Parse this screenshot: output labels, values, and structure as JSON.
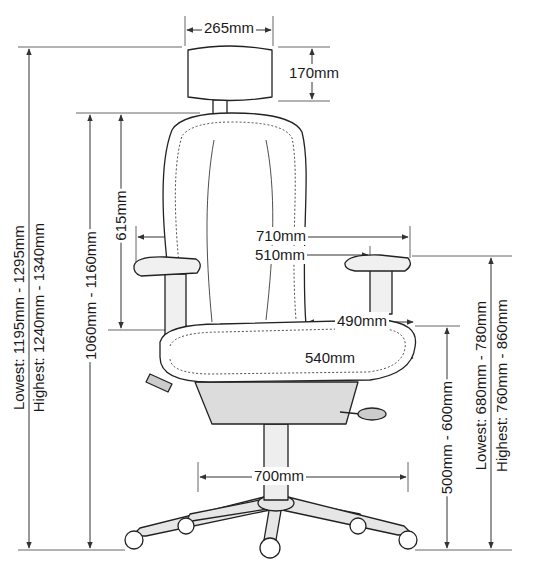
{
  "diagram": {
    "labels": [
      "265mm",
      "170mm",
      "Lowest: 1195mm - 1295mm",
      "Highest: 1240mm - 1340mm",
      "1060mm - 1160mm",
      "615mm",
      "710mm",
      "510mm",
      "490mm",
      "540mm",
      "700mm",
      "500mm - 600mm",
      "Lowest: 680mm - 780mm",
      "Highest: 760mm - 860mm"
    ]
  }
}
